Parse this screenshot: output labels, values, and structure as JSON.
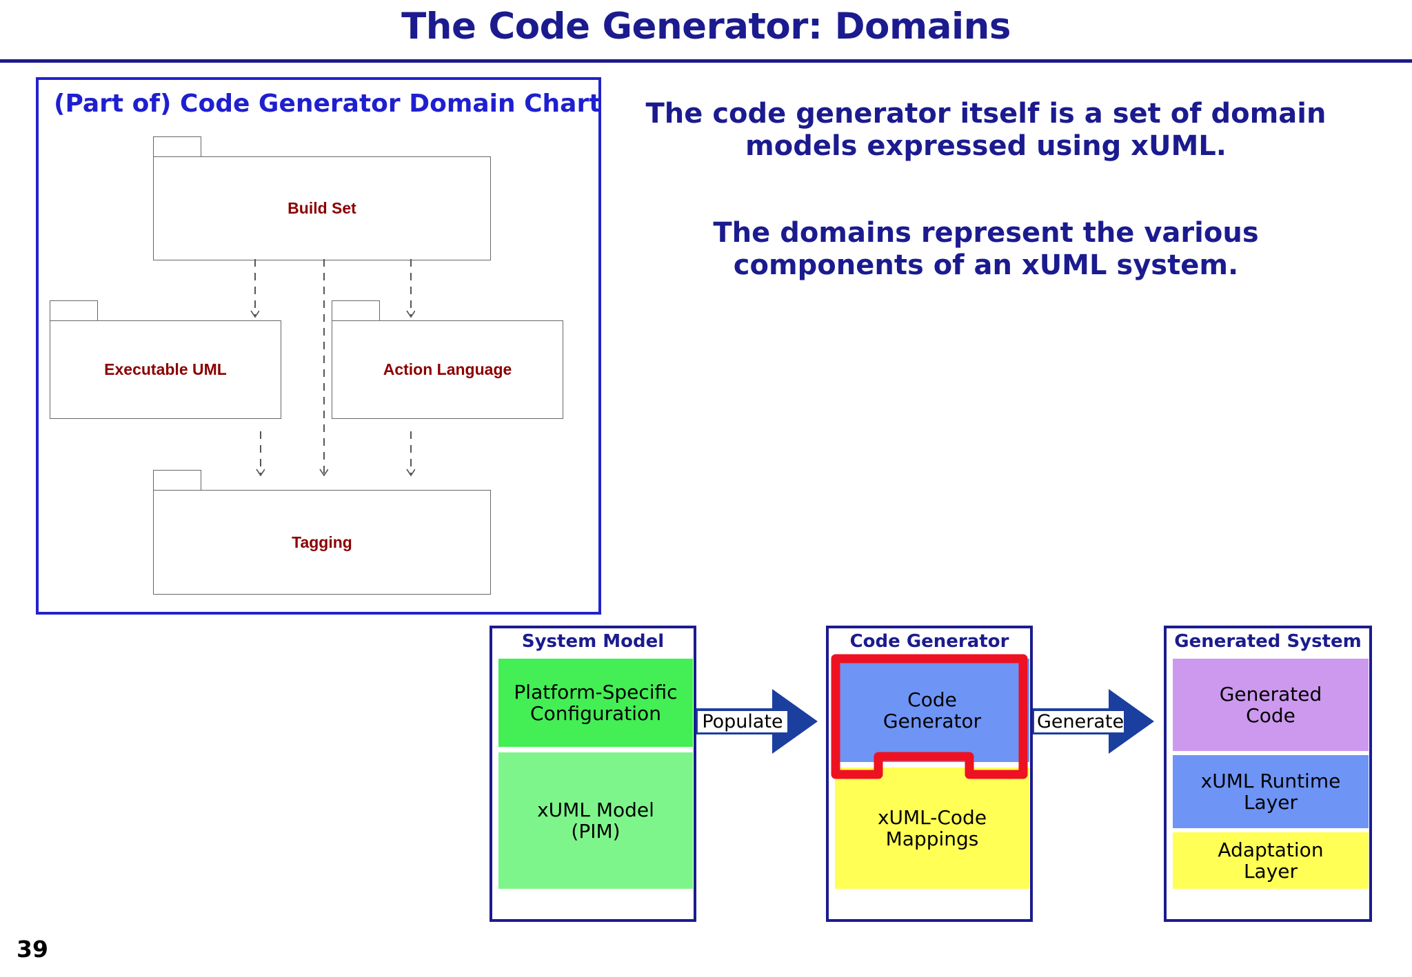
{
  "slide": {
    "title": "The Code Generator: Domains",
    "page_number": "39",
    "accent_navy": "#1b1b8f",
    "accent_blue": "#1f1fd0",
    "package_text_color": "#8b0000"
  },
  "domain_chart": {
    "caption": "(Part of) Code Generator Domain Chart",
    "border_color": "#2222cc",
    "packages": [
      {
        "name": "Build Set"
      },
      {
        "name": "Executable UML"
      },
      {
        "name": "Action Language"
      },
      {
        "name": "Tagging"
      }
    ],
    "dependencies": [
      {
        "from": "Build Set",
        "to": "Executable UML"
      },
      {
        "from": "Build Set",
        "to": "Action Language"
      },
      {
        "from": "Build Set",
        "to": "Tagging"
      },
      {
        "from": "Executable UML",
        "to": "Tagging"
      },
      {
        "from": "Action Language",
        "to": "Tagging"
      }
    ]
  },
  "body_text": {
    "paragraph1": "The code generator itself is a set of domain models expressed using xUML.",
    "paragraph2": "The domains represent the various components of an xUML system."
  },
  "flow": {
    "boxes": [
      {
        "header": "System Model",
        "panels": [
          {
            "label": "Platform-Specific\nConfiguration",
            "color": "#44ee55"
          },
          {
            "label": "xUML Model\n(PIM)",
            "color": "#7ef58b"
          }
        ]
      },
      {
        "header": "Code Generator",
        "panels": [
          {
            "label": "Code\nGenerator",
            "color": "#6e94f5",
            "outline": "#ee1122"
          },
          {
            "label": "xUML-Code\nMappings",
            "color": "#ffff55"
          }
        ]
      },
      {
        "header": "Generated System",
        "panels": [
          {
            "label": "Generated\nCode",
            "color": "#cc99ee"
          },
          {
            "label": "xUML Runtime\nLayer",
            "color": "#6e94f5"
          },
          {
            "label": "Adaptation\nLayer",
            "color": "#ffff55"
          }
        ]
      }
    ],
    "arrows": [
      {
        "label": "Populate",
        "color": "#1b3f9f"
      },
      {
        "label": "Generate",
        "color": "#1b3f9f"
      }
    ]
  }
}
